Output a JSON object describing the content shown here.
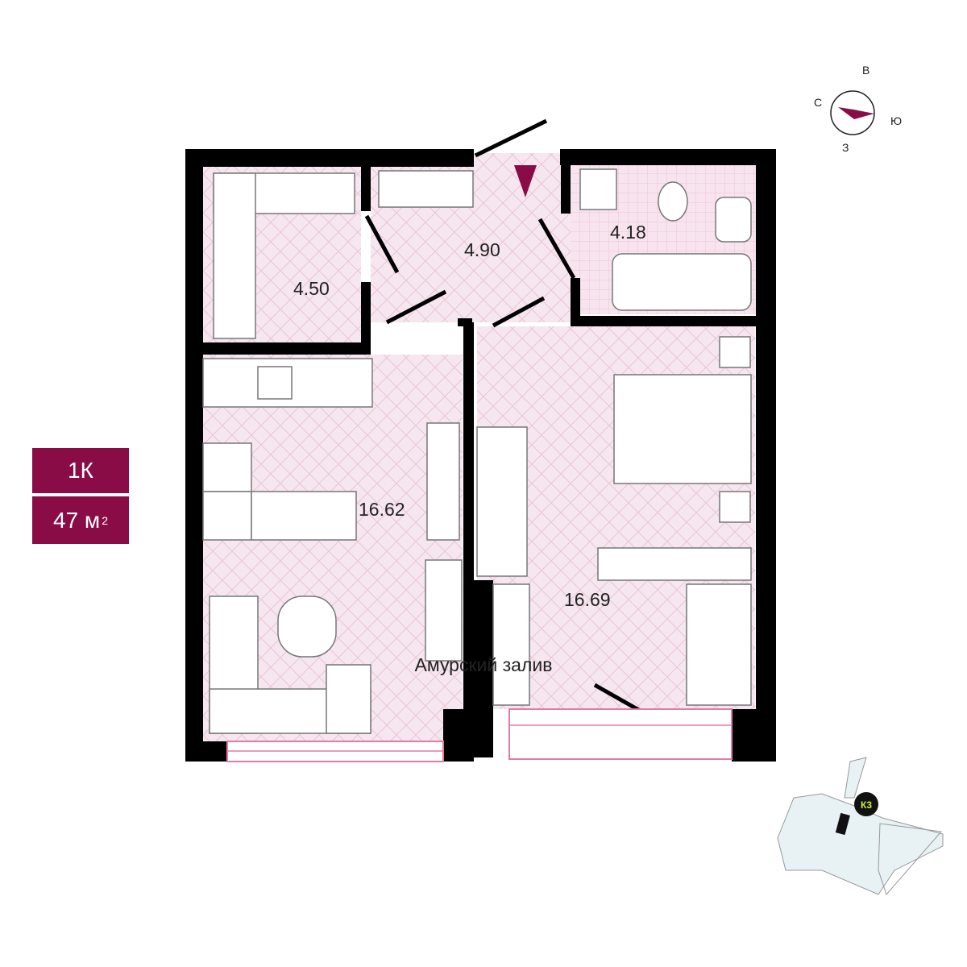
{
  "apartment": {
    "type": "1К",
    "area_value": "47 м",
    "area_unit_sup": "2"
  },
  "rooms": {
    "storage": "4.50",
    "hallway": "4.90",
    "bathroom": "4.18",
    "kitchen_living": "16.62",
    "bedroom": "16.69"
  },
  "compass": {
    "north": "С",
    "east": "В",
    "south": "Ю",
    "west": "З"
  },
  "locator": {
    "building_label": "К3"
  },
  "caption": "Амурский залив",
  "colors": {
    "brand": "#8a0c47",
    "floor": "#f6e6ef",
    "bathroom_floor": "#f8e4ee",
    "wall": "#000000",
    "window": "#e57aa6",
    "locator_badge": "#c8f03c"
  }
}
